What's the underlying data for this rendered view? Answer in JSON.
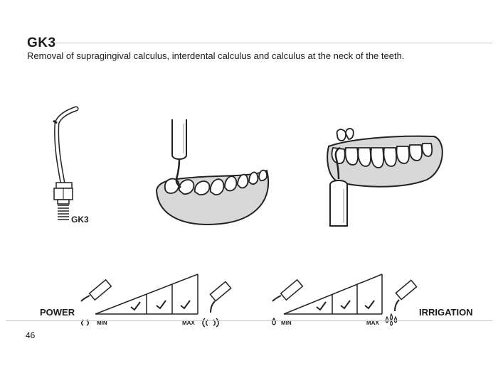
{
  "header": {
    "title": "GK3",
    "description": "Removal of supragingival calculus, interdental calculus and calculus at the neck of the teeth."
  },
  "tip": {
    "label": "GK3"
  },
  "power_scale": {
    "label": "POWER",
    "min_label": "MIN",
    "max_label": "MAX",
    "steps": [
      {
        "checked": false
      },
      {
        "checked": true
      },
      {
        "checked": true
      },
      {
        "checked": true
      }
    ]
  },
  "irrigation_scale": {
    "label": "IRRIGATION",
    "min_label": "MIN",
    "max_label": "MAX",
    "steps": [
      {
        "checked": false
      },
      {
        "checked": true
      },
      {
        "checked": true
      },
      {
        "checked": true
      }
    ]
  },
  "footer": {
    "page_number": "46"
  }
}
